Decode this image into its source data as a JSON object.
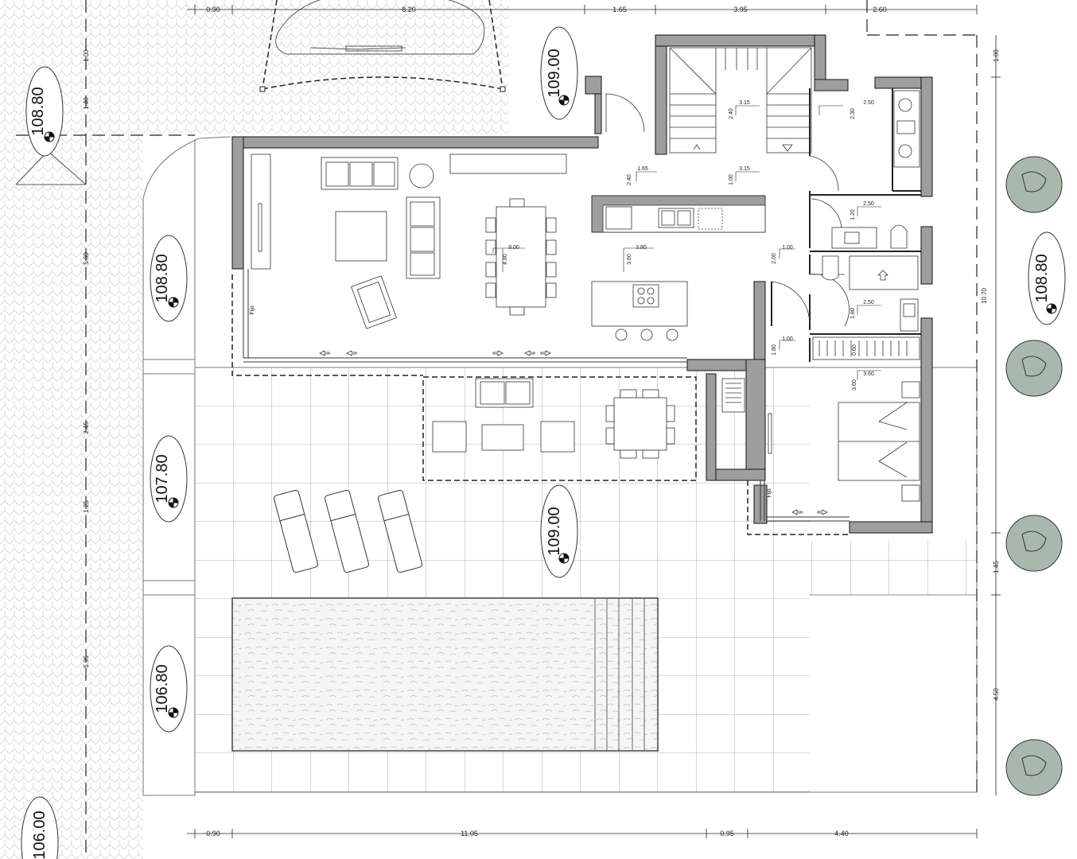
{
  "plan": {
    "dimensions_top": [
      "0.90",
      "8.20",
      "1.65",
      "3.95",
      "2.60"
    ],
    "dimensions_bottom": [
      "0.90",
      "11.05",
      "0.95",
      "4.40"
    ],
    "dimensions_left": [
      "1.00",
      "1.40",
      "5.60",
      "2.45",
      "1.25",
      "5.95"
    ],
    "dimensions_right": [
      "1.00",
      "10.70",
      "1.45",
      "4.50"
    ],
    "room_dims": {
      "living_width": "8.00",
      "living_height": "4.80",
      "kitchen_width": "3.80",
      "kitchen_height": "3.60",
      "hall_width": "1.65",
      "hall_height": "2.40",
      "stair_width": "3.15",
      "stair_height": "2.40",
      "corr_width": "3.15",
      "corr_height": "1.00",
      "laundry_width": "2.50",
      "laundry_height": "2.30",
      "wc_width": "2.50",
      "wc_height": "1.20",
      "bath_width": "2.50",
      "bath_height": "1.80",
      "passage_width": "1.00",
      "passage_height": "2.00",
      "passage2_width": "1.00",
      "passage2_height": "1.80",
      "bedroom_width": "3.60",
      "bedroom_height": "3.60",
      "wardrobe_depth": "0.60"
    },
    "labels": {
      "fijo_left": "Fijo",
      "fijo_bedroom": "Fijo"
    },
    "elevations": {
      "top_left": "108.80",
      "entrance": "109.00",
      "side_left_upper": "108.80",
      "side_left_mid": "107.80",
      "side_left_low": "106.80",
      "terrace": "109.00",
      "right": "108.80",
      "bottom_corner": "106.00"
    }
  }
}
